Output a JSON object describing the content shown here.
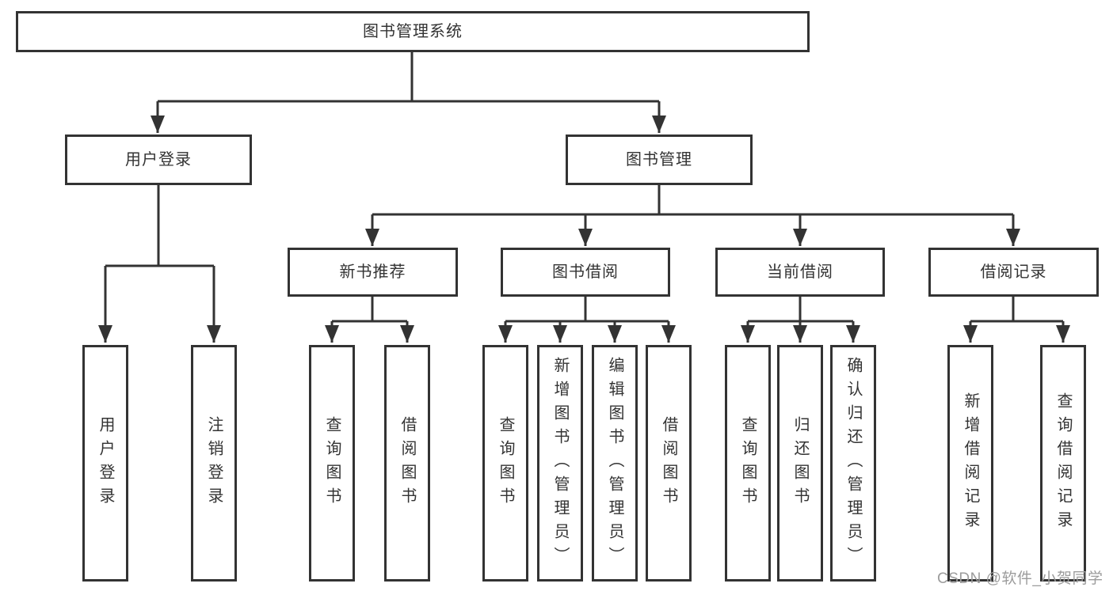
{
  "colors": {
    "line": "#333333",
    "text": "#333333",
    "box_background": "#ffffff",
    "page_background": "#ffffff",
    "watermark": "#9c9c9c"
  },
  "watermark": {
    "text": "CSDN @软件_小贺同学"
  },
  "tree": {
    "label": "图书管理系统",
    "children": [
      {
        "label": "用户登录",
        "children": [
          {
            "label": "用户登录"
          },
          {
            "label": "注销登录"
          }
        ]
      },
      {
        "label": "图书管理",
        "children": [
          {
            "label": "新书推荐",
            "children": [
              {
                "label": "查询图书"
              },
              {
                "label": "借阅图书"
              }
            ]
          },
          {
            "label": "图书借阅",
            "children": [
              {
                "label": "查询图书"
              },
              {
                "label": "新增图书（管理员）"
              },
              {
                "label": "编辑图书（管理员）"
              },
              {
                "label": "借阅图书"
              }
            ]
          },
          {
            "label": "当前借阅",
            "children": [
              {
                "label": "查询图书"
              },
              {
                "label": "归还图书"
              },
              {
                "label": "确认归还（管理员）"
              }
            ]
          },
          {
            "label": "借阅记录",
            "children": [
              {
                "label": "新增借阅记录"
              },
              {
                "label": "查询借阅记录"
              }
            ]
          }
        ]
      }
    ]
  }
}
